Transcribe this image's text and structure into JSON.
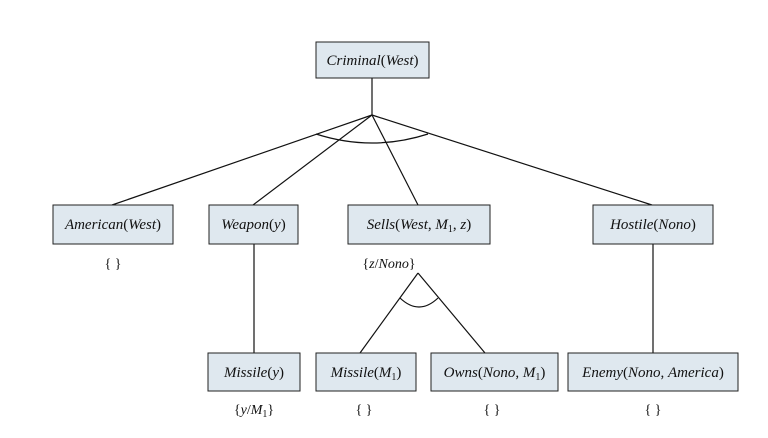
{
  "colors": {
    "box_fill": "#dfe8ef",
    "box_stroke": "#222222",
    "line": "#111111"
  },
  "nodes": {
    "root": {
      "pred": "Criminal",
      "open": "(",
      "a1": "West",
      "close": ")"
    },
    "american": {
      "pred": "American",
      "open": "(",
      "a1": "West",
      "close": ")"
    },
    "weapon": {
      "pred": "Weapon",
      "open": "(",
      "a1": "y",
      "close": ")"
    },
    "sells": {
      "pred": "Sells",
      "open": "(",
      "a1": "West",
      "sep1": ", ",
      "a2": "M",
      "a2sub": "1",
      "sep2": ", ",
      "a3": "z",
      "close": ")"
    },
    "hostile": {
      "pred": "Hostile",
      "open": "(",
      "a1": "Nono",
      "close": ")"
    },
    "missile_y": {
      "pred": "Missile",
      "open": "(",
      "a1": "y",
      "close": ")"
    },
    "missile_m1": {
      "pred": "Missile",
      "open": "(",
      "a1": "M",
      "a1sub": "1",
      "close": ")"
    },
    "owns": {
      "pred": "Owns",
      "open": "(",
      "a1": "Nono",
      "sep1": ", ",
      "a2": "M",
      "a2sub": "1",
      "close": ")"
    },
    "enemy": {
      "pred": "Enemy",
      "open": "(",
      "a1": "Nono",
      "sep1": ", ",
      "a2": "America",
      "close": ")"
    }
  },
  "bindings": {
    "american": {
      "open": "{ ",
      "close": " }"
    },
    "sells": {
      "open": "{",
      "var": "z",
      "slash": "/",
      "val": "Nono",
      "close": "}"
    },
    "missile_y": {
      "open": "{",
      "var": "y",
      "slash": "/",
      "val": "M",
      "valsub": "1",
      "close": "}"
    },
    "missile_m1": {
      "open": "{ ",
      "close": " }"
    },
    "owns": {
      "open": "{ ",
      "close": " }"
    },
    "enemy": {
      "open": "{ ",
      "close": " }"
    }
  }
}
